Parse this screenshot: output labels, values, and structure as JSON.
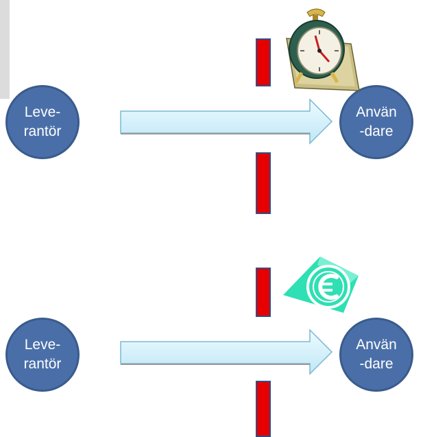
{
  "top_row": {
    "supplier_label": "Leve-\nrantör",
    "user_label": "Använ\n-dare",
    "obstacle_icon": "alarm-clock-icon"
  },
  "bottom_row": {
    "supplier_label": "Leve-\nrantör",
    "user_label": "Använ\n-dare",
    "obstacle_icon": "euro-coin-icon"
  },
  "colors": {
    "node_fill": "#4a6fa8",
    "arrow_fill": "#d6f2fb",
    "barrier_fill": "#e60000",
    "euro_green": "#2ee0b4"
  }
}
